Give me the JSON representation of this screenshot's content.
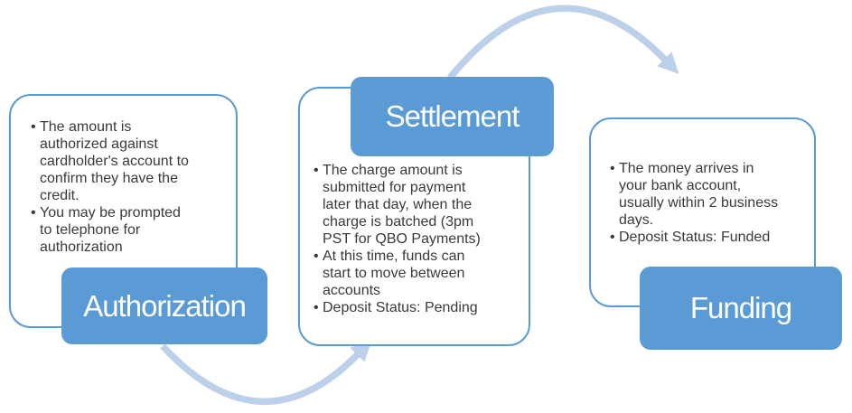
{
  "diagram": {
    "bullet_glyph": "•",
    "colors": {
      "accent": "#5b9bd5",
      "arrow": "#bcd0ea",
      "text": "#3a3a3a",
      "title_text": "#ffffff"
    },
    "stages": [
      {
        "title": "Authorization",
        "bullets": [
          "The amount is\nauthorized against\ncardholder's account to\nconfirm they have the\ncredit.",
          "You may be prompted\nto telephone for\nauthorization"
        ]
      },
      {
        "title": "Settlement",
        "bullets": [
          "The charge amount is\nsubmitted for payment\nlater that day, when the\ncharge is batched (3pm\nPST for QBO Payments)",
          "At this time, funds can\nstart to move between\naccounts",
          "Deposit Status: Pending"
        ]
      },
      {
        "title": "Funding",
        "bullets": [
          "The money arrives in\nyour bank account,\nusually within 2 business\ndays.",
          "Deposit Status: Funded"
        ]
      }
    ]
  }
}
